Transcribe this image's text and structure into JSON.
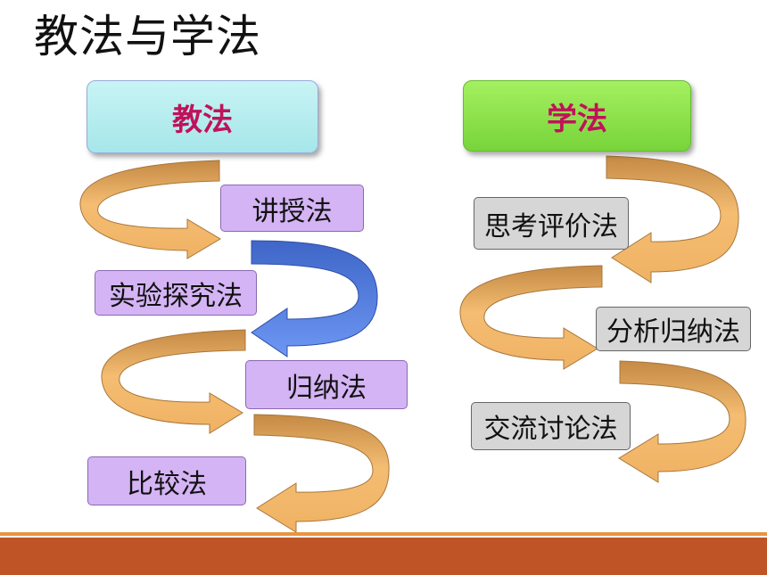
{
  "title": "教法与学法",
  "teaching": {
    "header": "教法",
    "methods": [
      "讲授法",
      "实验探究法",
      "归纳法",
      "比较法"
    ]
  },
  "learning": {
    "header": "学法",
    "methods": [
      "思考评价法",
      "分析归纳法",
      "交流讨论法"
    ]
  },
  "colors": {
    "arrow_orange": "#f0b264",
    "arrow_orange_dark": "#c58a45",
    "arrow_blue": "#5b86e8",
    "header_text": "#c0125a",
    "teach_header_bg": "#b8eef0",
    "learn_header_bg": "#8ce04a",
    "teach_method_bg": "#d4b4f4",
    "learn_method_bg": "#d6d6d6",
    "footer_band": "#bf5427"
  }
}
